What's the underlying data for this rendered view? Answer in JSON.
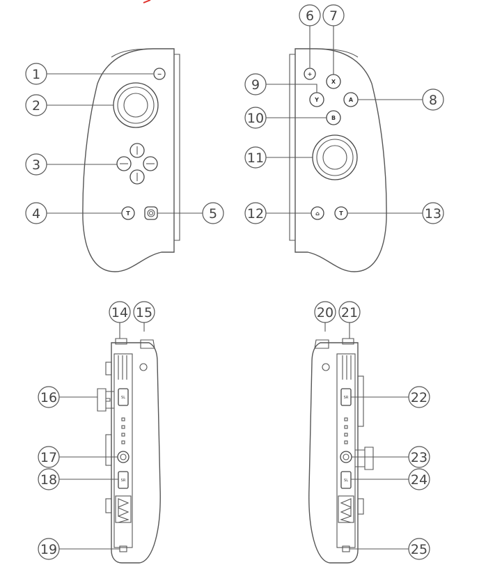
{
  "colors": {
    "line": "#555555",
    "accent_mark": "#e0312b"
  },
  "button_labels": {
    "plus": "+",
    "minus": "−",
    "x": "X",
    "y": "Y",
    "a": "A",
    "b": "B",
    "capture": "◎",
    "home": "⌂",
    "turbo": "T",
    "sl": "SL",
    "sr": "SR"
  },
  "callouts": [
    "1",
    "2",
    "3",
    "4",
    "5",
    "6",
    "7",
    "8",
    "9",
    "10",
    "11",
    "12",
    "13",
    "14",
    "15",
    "16",
    "17",
    "18",
    "19",
    "20",
    "21",
    "22",
    "23",
    "24",
    "25"
  ]
}
